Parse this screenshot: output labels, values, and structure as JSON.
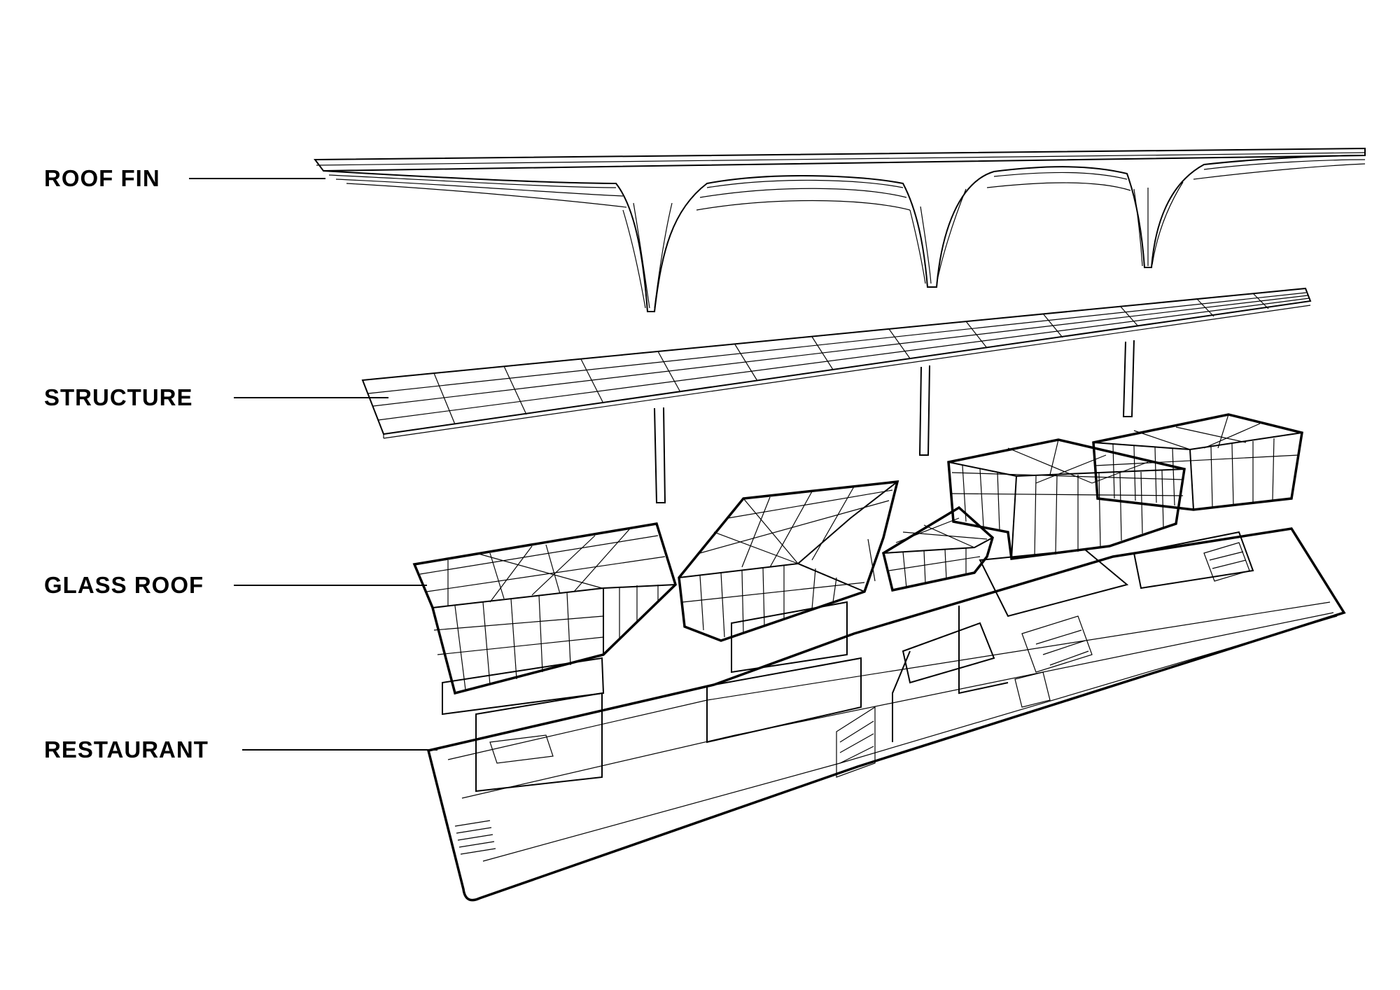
{
  "layers": [
    {
      "id": "roof-fin",
      "label": "ROOF FIN"
    },
    {
      "id": "structure",
      "label": "STRUCTURE"
    },
    {
      "id": "glass-roof",
      "label": "GLASS ROOF"
    },
    {
      "id": "restaurant",
      "label": "RESTAURANT"
    }
  ],
  "colors": {
    "ink": "#000000",
    "paper": "#ffffff"
  }
}
